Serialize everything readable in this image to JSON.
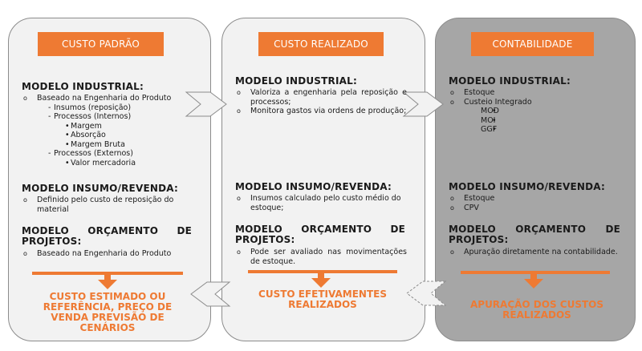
{
  "panels": {
    "standard": {
      "title": "CUSTO PADRÃO",
      "industrial_heading": "MODELO INDUSTRIAL:",
      "industrial_items": [
        "Baseado na Engenharia do Produto",
        "Insumos (reposição)",
        "Processos (Internos)",
        "Margem",
        "Absorção",
        "Margem Bruta",
        "Processos (Externos)",
        "Valor mercadoria"
      ],
      "resale_heading": "MODELO INSUMO/REVENDA:",
      "resale_items": [
        "Definido pelo custo de reposição do material"
      ],
      "budget_heading": "MODELO ORÇAMENTO DE PROJETOS:",
      "budget_items": [
        "Baseado na Engenharia do Produto"
      ],
      "result": "CUSTO ESTIMADO OU REFERÊNCIA, PREÇO DE VENDA PREVISÃO DE CENÁRIOS"
    },
    "realized": {
      "title": "CUSTO REALIZADO",
      "industrial_heading": "MODELO INDUSTRIAL:",
      "industrial_items": [
        "Valoriza a engenharia pela reposição e processos;",
        "Monitora gastos via ordens de produção;"
      ],
      "resale_heading": "MODELO INSUMO/REVENDA:",
      "resale_items": [
        "Insumos calculado pelo custo médio do estoque;"
      ],
      "budget_heading": "MODELO ORÇAMENTO DE PROJETOS:",
      "budget_items": [
        "Pode ser avaliado nas movimentações de estoque."
      ],
      "result": "CUSTO EFETIVAMENTES REALIZADOS"
    },
    "accounting": {
      "title": "CONTABILIDADE",
      "industrial_heading": "MODELO INDUSTRIAL:",
      "industrial_items": [
        "Estoque",
        "Custeio Integrado",
        "MOD",
        "MOI",
        "GGF"
      ],
      "resale_heading": "MODELO INSUMO/REVENDA:",
      "resale_items": [
        "Estoque",
        "CPV"
      ],
      "budget_heading": "MODELO ORÇAMENTO DE PROJETOS:",
      "budget_items": [
        "Apuração diretamente na contabilidade."
      ],
      "result": "APURAÇÃO DOS CUSTOS REALIZADOS"
    }
  },
  "colors": {
    "accent": "#ee7a33",
    "panel_light": "#f2f2f2",
    "panel_dark": "#a6a6a6"
  }
}
